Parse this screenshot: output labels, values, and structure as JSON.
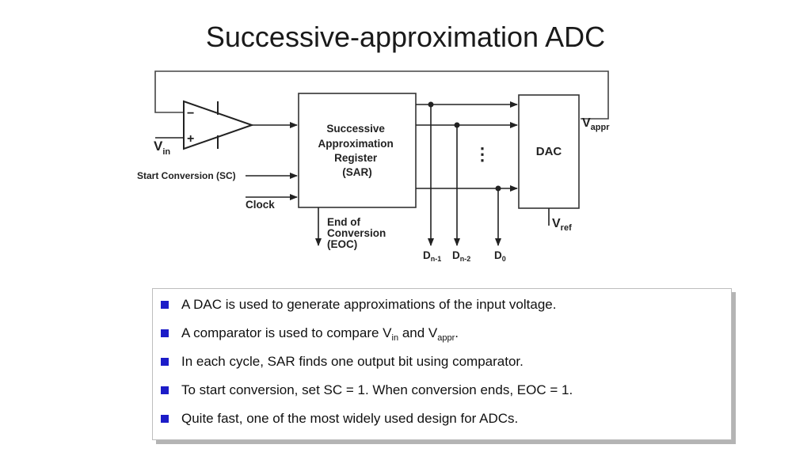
{
  "slide": {
    "title": "Successive-approximation ADC"
  },
  "diagram": {
    "sar_label": [
      "Successive",
      "Approximation",
      "Register",
      "(SAR)"
    ],
    "dac_label": "DAC",
    "vin": {
      "main": "V",
      "sub": "in"
    },
    "vappr": {
      "main": "V",
      "sub": "appr"
    },
    "vref": {
      "main": "V",
      "sub": "ref"
    },
    "start_conversion": "Start Conversion (SC)",
    "clock": "Clock",
    "eoc_label": [
      "End of",
      "Conversion",
      "(EOC)"
    ],
    "outputs": [
      {
        "main": "D",
        "sub": "n-1"
      },
      {
        "main": "D",
        "sub": "n-2"
      },
      {
        "main": "D",
        "sub": "0"
      }
    ],
    "minus_sign": "−",
    "plus_sign": "+",
    "ellipsis": "⋮"
  },
  "notes": {
    "bullet_icon": "blue-square-bullet-icon",
    "bullet_color": "#1c1cc8",
    "items": [
      {
        "text": "A DAC is used to generate approximations of the input voltage."
      },
      {
        "pre": "A comparator is used to compare V",
        "sub1": "in",
        "mid": " and V",
        "sub2": "appr",
        "post": "."
      },
      {
        "text": "In each cycle, SAR finds one output bit using comparator."
      },
      {
        "text": "To start conversion, set SC = 1. When conversion ends, EOC = 1."
      },
      {
        "text": "Quite fast, one of the most widely used design for ADCs."
      }
    ]
  }
}
